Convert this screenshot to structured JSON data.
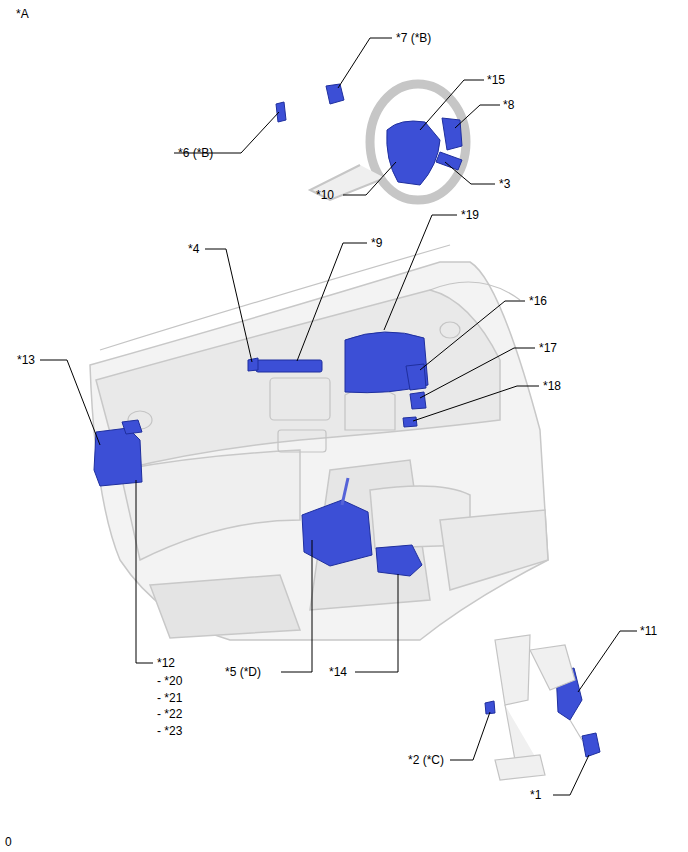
{
  "diagram": {
    "labels": [
      "*A",
      "*7 (*B)",
      "*15",
      "*8",
      "*6 (*B)",
      "*3",
      "*10",
      "*19",
      "*4",
      "*9",
      "*16",
      "*13",
      "*17",
      "*18",
      "*12",
      "- *20",
      "- *21",
      "- *22",
      "- *23",
      "*5 (*D)",
      "*14",
      "*11",
      "*2 (*C)",
      "*1",
      "0"
    ]
  }
}
